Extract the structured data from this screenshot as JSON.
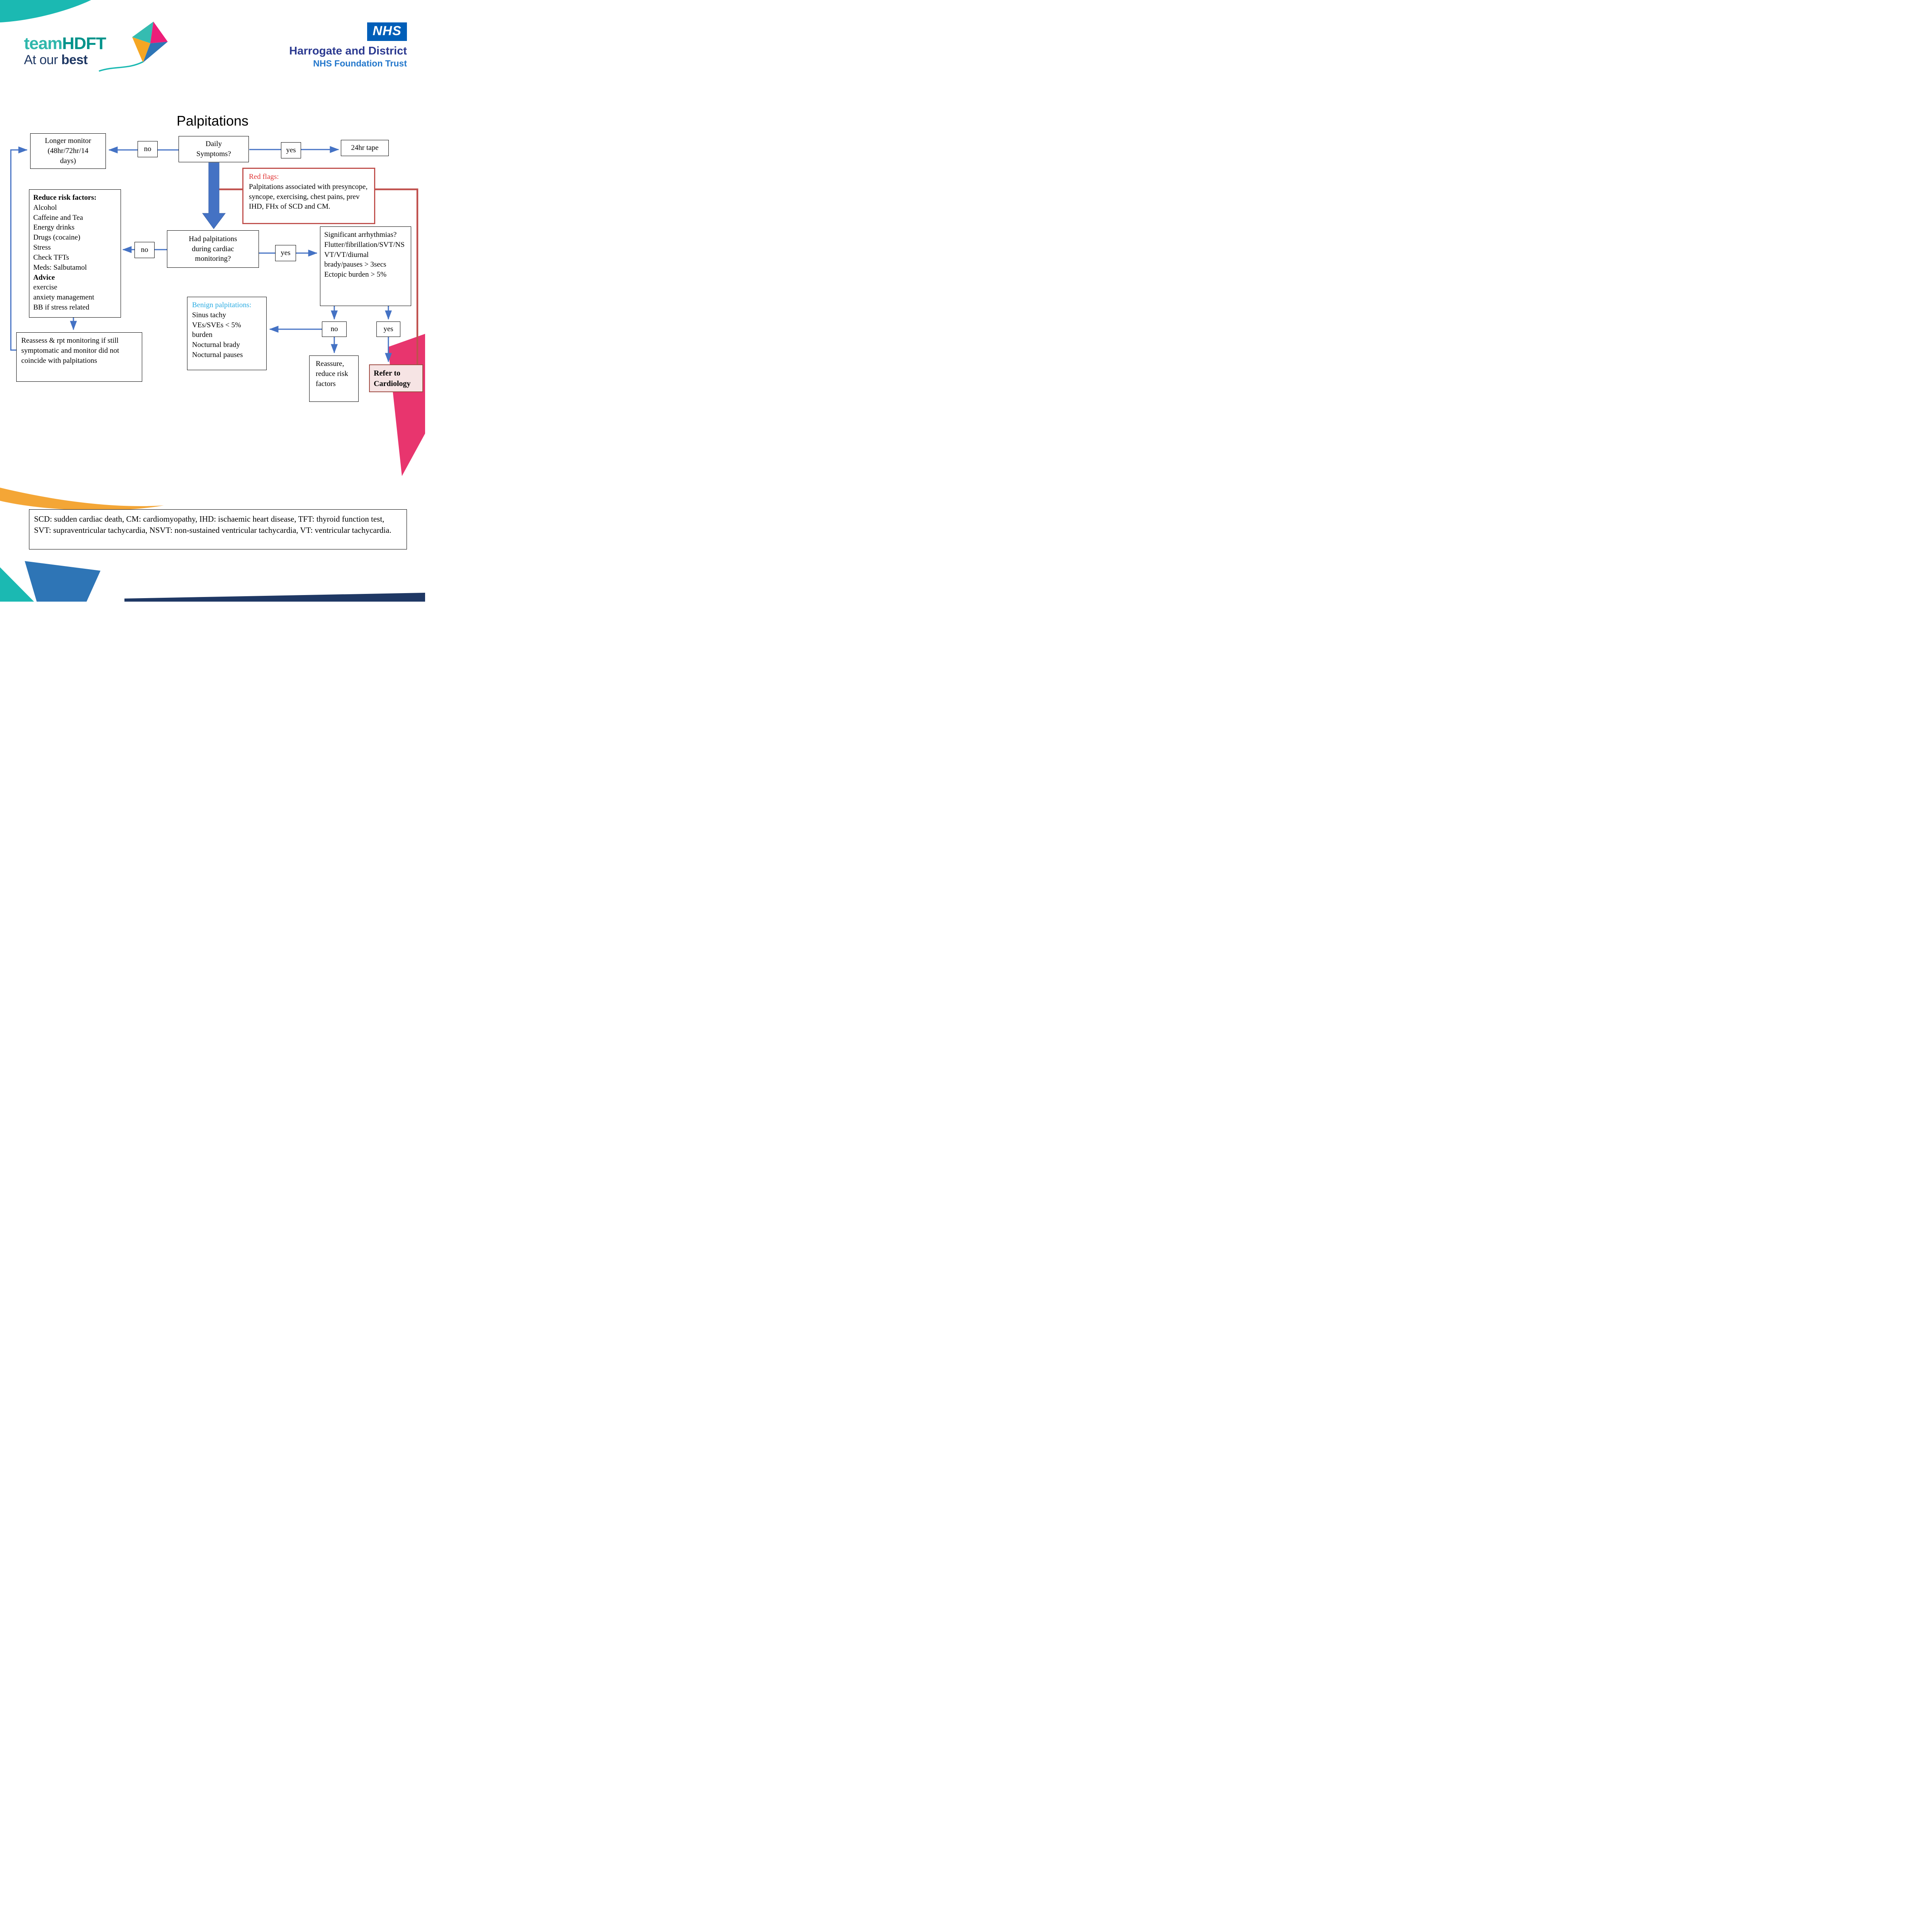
{
  "header": {
    "logo": {
      "team": "team",
      "hdft": "HDFT",
      "tagline_a": "At our ",
      "tagline_b": "best"
    },
    "nhs": {
      "logo": "NHS",
      "line1": "Harrogate and District",
      "line2": "NHS Foundation Trust"
    }
  },
  "title": "Palpitations",
  "flowchart": {
    "daily_symptoms": "Daily Symptoms?",
    "longer_monitor": "Longer monitor (48hr/72hr/14 days)",
    "tape_24hr": "24hr tape",
    "connectors": {
      "no1": "no",
      "yes1": "yes",
      "no2": "no",
      "yes2": "yes",
      "no3": "no",
      "yes3": "yes"
    },
    "red_flags": {
      "title": "Red flags:",
      "body": "Palpitations associated with presyncope, syncope, exercising, chest pains, prev IHD, FHx of SCD and CM."
    },
    "had_palpitations": "Had palpitations during cardiac monitoring?",
    "reduce_risk": {
      "title": "Reduce risk factors:",
      "items": [
        "Alcohol",
        "Caffeine and Tea",
        "Energy drinks",
        "Drugs (cocaine)",
        "Stress",
        "Check TFTs",
        "Meds: Salbutamol"
      ],
      "advice_title": "Advice",
      "advice_items": [
        "exercise",
        "anxiety management",
        "BB if stress related"
      ]
    },
    "significant_arrhythmias": "Significant arrhythmias? Flutter/fibrillation/SVT/NSVT/VT/diurnal brady/pauses > 3secs Ectopic burden > 5%",
    "benign": {
      "title": "Benign palpitations:",
      "items": [
        "Sinus tachy",
        "VEs/SVEs < 5% burden",
        "Nocturnal brady",
        "Nocturnal pauses"
      ]
    },
    "reassess": "Reassess & rpt monitoring if still symptomatic and monitor did not coincide with palpitations",
    "reassure": "Reassure, reduce risk factors",
    "refer": "Refer to Cardiology"
  },
  "footnote": "SCD: sudden cardiac death, CM: cardiomyopathy, IHD: ischaemic heart disease, TFT: thyroid function test, SVT: supraventricular tachycardia, NSVT: non-sustained ventricular tachycardia, VT: ventricular tachycardia.",
  "colors": {
    "arrow_blue": "#4472C4",
    "red_line": "#C0504D",
    "red_text": "#E03131",
    "benign_title": "#29ABE2",
    "nhs_blue": "#005EB8",
    "pink_shape": "#E8356E",
    "orange_shape": "#F4A636",
    "teal_shape": "#1BB9B2"
  }
}
